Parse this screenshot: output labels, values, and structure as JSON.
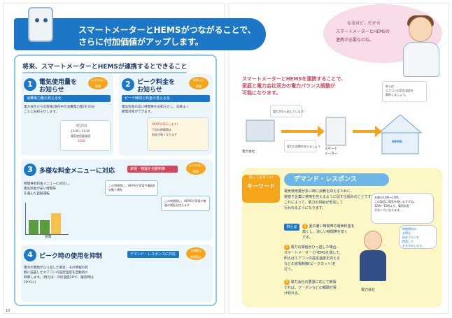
{
  "header": {
    "line1": "スマートメーターとHEMSがつながることで、",
    "line2": "さらに付加価値がアップします。"
  },
  "speech_right": {
    "line1": "なるほど、だから",
    "line2": "スマートメーターとHEMSの",
    "line3": "連携が必要なのね。"
  },
  "left": {
    "subtitle": "将来、スマートメーターとHEMSが連携するとできること",
    "sec1": {
      "num": "1",
      "title1": "電気使用量を",
      "title2": "お知らせ",
      "badge": "ムダのない\n節電",
      "strip": "消費電力量の見える化",
      "body": "電力会社からの情報(滞在中の消費電力量)を30分\nごとにお知らせします。",
      "card_title": "6月20日",
      "card_l1": "13:00〜13:30",
      "card_l2": "電気使用量減速",
      "card_l3": "42Wh"
    },
    "sec2": {
      "num": "2",
      "title1": "ピーク料金を",
      "title2": "お知らせ",
      "badge": "効率よく\n節電",
      "strip": "ピーク時間と料金の見える化",
      "body": "電気料金の高い時間帯をお知らせし、効率よく\n節電対策ができます。",
      "card_l1": "HEMSが表示します！",
      "card_l2": "下記の時間帯は",
      "card_l3": "料金が高くなります"
    },
    "sec3": {
      "num": "3",
      "title": "多様な料金メニューに対応",
      "strip": "家電・機器を自動制御",
      "badge": "ムリのない\n節電",
      "body": "時間帯別料金メニューに対応し、\n電気料金が安い時間帯\nを選んだ自動運転",
      "bubble1": "この時間帯に、HEMSが家電や機器を自動で運転",
      "bubble2": "この時間帯に、HEMSが家電や機器の運転を控えます",
      "bar_label": "昼間"
    },
    "sec4": {
      "num": "4",
      "title": "ピーク時の使用を抑制",
      "strip": "デマンド・レスポンスに対応",
      "badge": "大規模な\n停電防止",
      "body": "電力の需給がひっ迫した場合、その情報の有\n無に設置したエアコンの設定温度を自動的に\n制御します。(例えば、冷房温度28℃、暖房時は\n20℃に)"
    }
  },
  "right": {
    "title_l1": "スマートメーターとHEMSを連携することで、",
    "title_l2": "家庭と電力会社双方の電力バランス調整が",
    "title_l3": "可能になります。",
    "labels": {
      "company": "電力会社",
      "meter": "スマート\nメーター",
      "hems": "HEMS",
      "b1": "電力がひっ迫しています！",
      "b2": "電力の消費を抑えましょう",
      "b3": "例えば\nエアコンの設定温度を\n節約しましょう。"
    },
    "kw_tag_small": "知っておきたい",
    "kw_tag_big": "キーワード",
    "kw_title": "デマンド・レスポンス",
    "kw_intro": "電気使用量が多い時に消費を抑えるために、\n家庭や企業に使用を控えるように促す仕組みのことです。\nこれによって、電力の供給が安定して\n行われるようになります。",
    "rei": "例えば",
    "item1": "夏の暑い時間帯の電気料金を\n高くし、涼しい時間帯を安く\nする。",
    "item2": "電力の需給がひっ迫した場合、\nスマートメーターとHEMSを通して、\n例えばエアコンの設定温度を抑える\nなどの省電制御(ピークカット)を\n行う。",
    "item3": "電力会社の要請に応じて節電\nすれば、クーポンなどの報酬が受\nけ取れる。",
    "bubble_a": "お昼の14時〜15時、\nこの製品に電気を使いますすね。\n12時〜15時より、電気料金\nがおトクになります。",
    "bubble_b": "時間帯別の\nお得な\n料金プランを\n提案して\nおすすめします。",
    "clerk": "電力会社"
  },
  "page_number": "10"
}
